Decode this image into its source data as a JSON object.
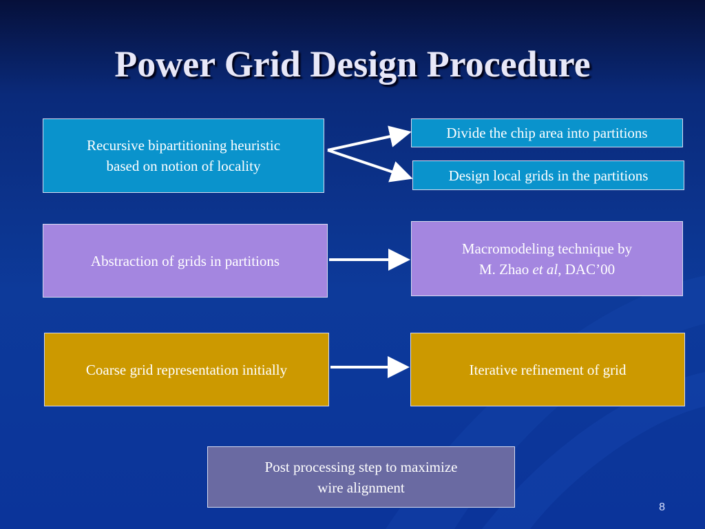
{
  "slide": {
    "title": "Power Grid Design Procedure",
    "page_number": "8"
  },
  "boxes": {
    "recursive": {
      "line1": "Recursive bipartitioning heuristic",
      "line2": "based on notion of locality"
    },
    "divide": {
      "text": "Divide the chip area into partitions"
    },
    "design_local": {
      "text": "Design local grids in the partitions"
    },
    "abstraction": {
      "text": "Abstraction of grids in partitions"
    },
    "macromodeling": {
      "line1": "Macromodeling technique by",
      "line2_prefix": "M. Zhao ",
      "line2_italic": "et al",
      "line2_suffix": ", DAC’00"
    },
    "coarse": {
      "text": "Coarse grid representation initially"
    },
    "iterative": {
      "text": "Iterative refinement of grid"
    },
    "post": {
      "line1": "Post processing step to maximize",
      "line2": "wire alignment"
    }
  },
  "colors": {
    "cyan": "#0a93cc",
    "violet": "#a486e0",
    "gold": "#cc9900",
    "slate": "#6a6aa2"
  }
}
